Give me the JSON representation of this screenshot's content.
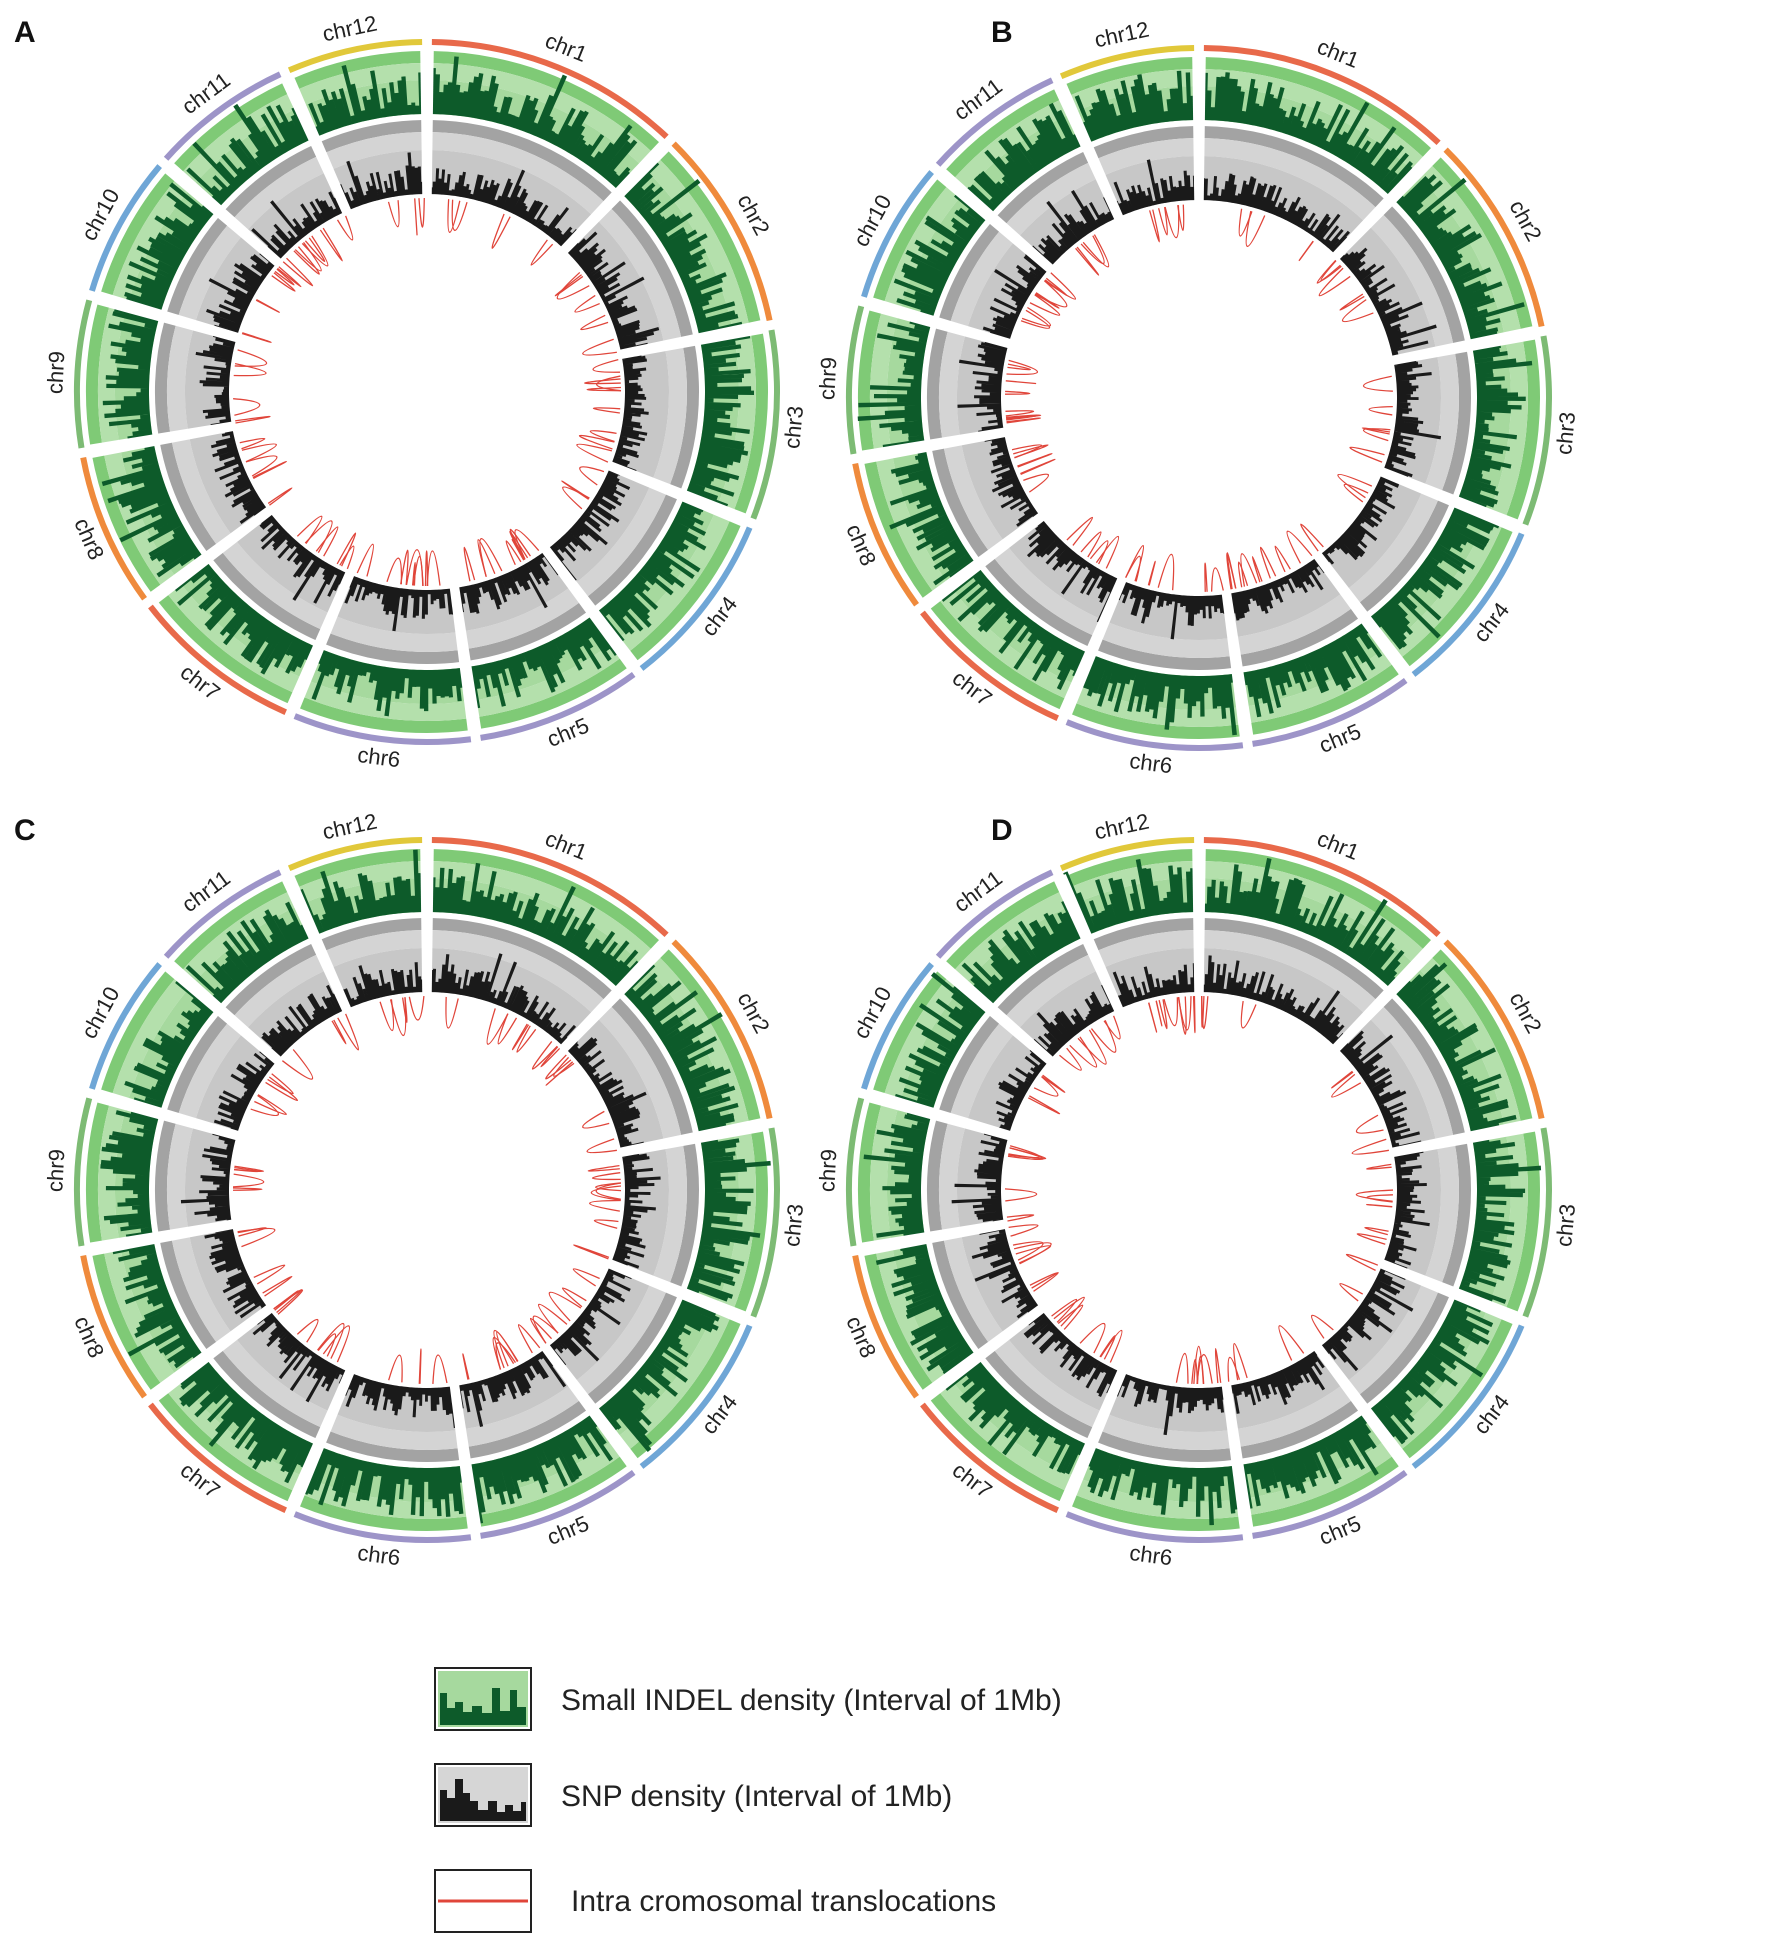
{
  "figure": {
    "panels": [
      {
        "letter": "A",
        "seed": 11
      },
      {
        "letter": "B",
        "seed": 23
      },
      {
        "letter": "C",
        "seed": 37
      },
      {
        "letter": "D",
        "seed": 53
      }
    ],
    "chromosomes": [
      {
        "name": "chr1",
        "color": "#e8694a",
        "span_deg": 44
      },
      {
        "name": "chr2",
        "color": "#ef8a3c",
        "span_deg": 35
      },
      {
        "name": "chr3",
        "color": "#7dbb74",
        "span_deg": 33
      },
      {
        "name": "chr4",
        "color": "#6fa6d6",
        "span_deg": 31
      },
      {
        "name": "chr5",
        "color": "#9d94c8",
        "span_deg": 29
      },
      {
        "name": "chr6",
        "color": "#9d94c8",
        "span_deg": 31
      },
      {
        "name": "chr7",
        "color": "#e8694a",
        "span_deg": 30
      },
      {
        "name": "chr8",
        "color": "#ef8a3c",
        "span_deg": 27
      },
      {
        "name": "chr9",
        "color": "#7dbb74",
        "span_deg": 26
      },
      {
        "name": "chr10",
        "color": "#6fa6d6",
        "span_deg": 25
      },
      {
        "name": "chr11",
        "color": "#9d94c8",
        "span_deg": 25
      },
      {
        "name": "chr12",
        "color": "#e1c83a",
        "span_deg": 24
      }
    ],
    "colors": {
      "indel_ring_outer": "#b4e0ac",
      "indel_ring_mid": "#7fca76",
      "indel_ring_inner": "#a6d99e",
      "indel_bars": "#0d5b2a",
      "snp_ring_outer": "#d4d4d4",
      "snp_ring_mid": "#a3a3a3",
      "snp_ring_inner": "#c7c7c7",
      "snp_bars": "#1a1a1a",
      "translocation": "#e0453a"
    }
  },
  "legend": {
    "items": [
      {
        "label": "Small INDEL density (Interval of 1Mb)"
      },
      {
        "label": "SNP density (Interval of 1Mb)"
      },
      {
        "label": "Intra cromosomal translocations"
      }
    ]
  }
}
